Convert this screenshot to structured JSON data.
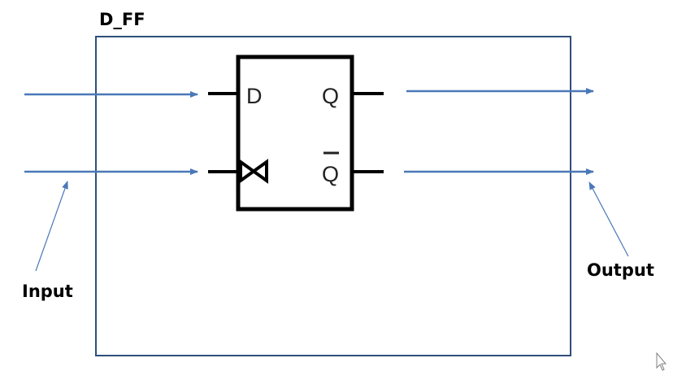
{
  "diagram": {
    "title": "D_FF",
    "input_label": "Input",
    "output_label": "Output",
    "flipflop": {
      "pin_d": "D",
      "pin_q": "Q",
      "pin_q_bar": "Q"
    },
    "colors": {
      "module_border": "#2f4f7a",
      "signal": "#4a78b8",
      "annotation": "#4a78b8",
      "flipflop_stroke": "#000000"
    }
  }
}
